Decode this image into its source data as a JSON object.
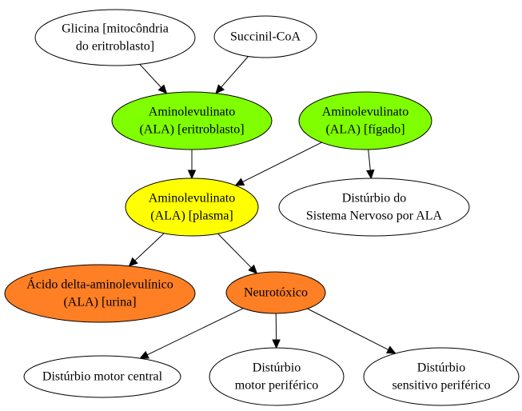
{
  "graph": {
    "nodes": [
      {
        "id": "glicina",
        "lines": [
          "Glicina [mitocôndria",
          "do eritroblasto]"
        ],
        "fill": "#ffffff"
      },
      {
        "id": "succinil",
        "lines": [
          "Succinil-CoA"
        ],
        "fill": "#ffffff"
      },
      {
        "id": "ala-eritroblasto",
        "lines": [
          "Aminolevulinato",
          "(ALA) [eritroblasto]"
        ],
        "fill": "#7fff00"
      },
      {
        "id": "ala-figado",
        "lines": [
          "Aminolevulinato",
          "(ALA) [fígado]"
        ],
        "fill": "#7fff00"
      },
      {
        "id": "ala-plasma",
        "lines": [
          "Aminolevulinato",
          "(ALA) [plasma]"
        ],
        "fill": "#ffff00"
      },
      {
        "id": "disturbio-snc",
        "lines": [
          "Distúrbio do",
          "Sistema Nervoso por ALA"
        ],
        "fill": "#ffffff"
      },
      {
        "id": "acido-urina",
        "lines": [
          "Ácido delta-aminolevulínico",
          "(ALA) [urina]"
        ],
        "fill": "#ff7f24"
      },
      {
        "id": "neurotoxico",
        "lines": [
          "Neurotóxico"
        ],
        "fill": "#ff7f24"
      },
      {
        "id": "motor-central",
        "lines": [
          "Distúrbio motor central"
        ],
        "fill": "#ffffff"
      },
      {
        "id": "motor-periferico",
        "lines": [
          "Distúrbio",
          "motor periférico"
        ],
        "fill": "#ffffff"
      },
      {
        "id": "sensitivo-periferico",
        "lines": [
          "Distúrbio",
          "sensitivo periférico"
        ],
        "fill": "#ffffff"
      }
    ],
    "edges": [
      {
        "from": "glicina",
        "to": "ala-eritroblasto"
      },
      {
        "from": "succinil",
        "to": "ala-eritroblasto"
      },
      {
        "from": "ala-eritroblasto",
        "to": "ala-plasma"
      },
      {
        "from": "ala-figado",
        "to": "ala-plasma"
      },
      {
        "from": "ala-figado",
        "to": "disturbio-snc"
      },
      {
        "from": "ala-plasma",
        "to": "acido-urina"
      },
      {
        "from": "ala-plasma",
        "to": "neurotoxico"
      },
      {
        "from": "neurotoxico",
        "to": "motor-central"
      },
      {
        "from": "neurotoxico",
        "to": "motor-periferico"
      },
      {
        "from": "neurotoxico",
        "to": "sensitivo-periferico"
      }
    ]
  }
}
